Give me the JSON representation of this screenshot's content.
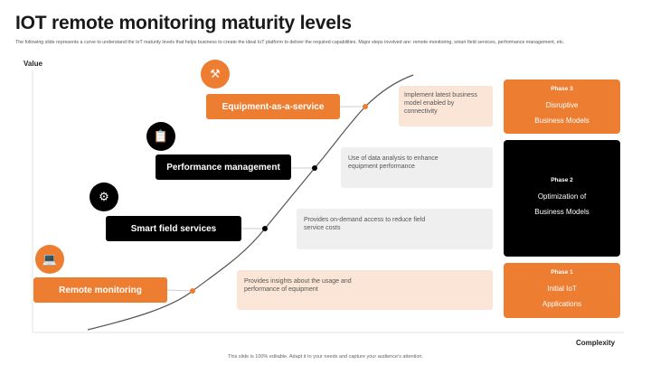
{
  "title": "IOT remote monitoring maturity levels",
  "subtitle": "The following slide represents a curve to understand the IoT maturity levels that helps business to create the ideal IoT platform to deliver the required capabilities. Major steps involved are: remote monitoring, smart field services, performance management, etc.",
  "axes": {
    "y_label": "Value",
    "x_label": "Complexity"
  },
  "levels": [
    {
      "label": "Remote monitoring",
      "icon": "monitor-icon",
      "description": "Provides insights about the usage and performance of equipment"
    },
    {
      "label": "Smart field services",
      "icon": "gears-icon",
      "description": "Provides on-demand access to reduce field service costs"
    },
    {
      "label": "Performance management",
      "icon": "clipboard-icon",
      "description": "Use of data analysis to enhance equipment performance"
    },
    {
      "label": "Equipment-as-a-service",
      "icon": "robot-arm-icon",
      "description": "Implement latest business model enabled by connectivity"
    }
  ],
  "phases": [
    {
      "title": "Phase 3",
      "line1": "Disruptive",
      "line2": "Business Models"
    },
    {
      "title": "Phase 2",
      "line1": "Optimization of",
      "line2": "Business Models"
    },
    {
      "title": "Phase 1",
      "line1": "Initial IoT",
      "line2": "Applications"
    }
  ],
  "colors": {
    "orange": "#ed7d31",
    "black": "#000000",
    "peach": "#fbe5d6",
    "gray": "#efefef"
  },
  "footer": "This slide is 100% editable. Adapt it to your needs and capture your audience's attention."
}
